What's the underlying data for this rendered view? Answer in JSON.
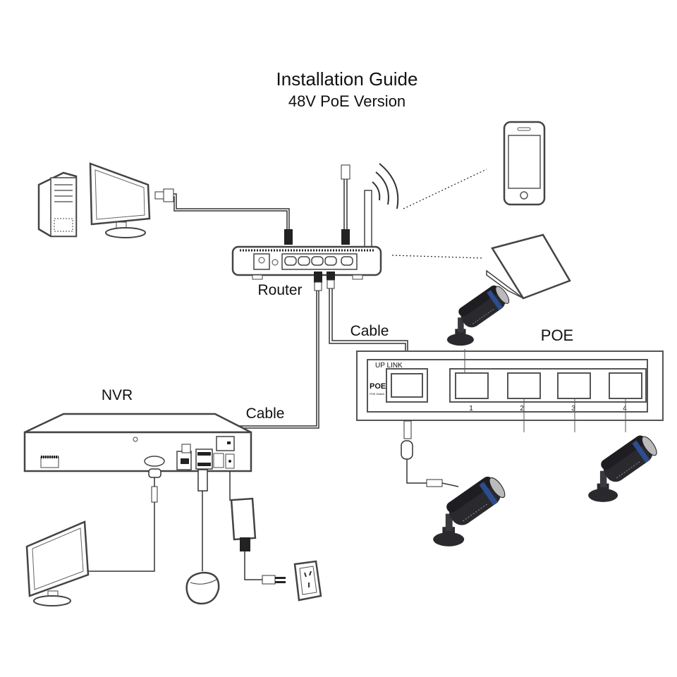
{
  "title": "Installation Guide",
  "subtitle": "48V PoE Version",
  "labels": {
    "router": "Router",
    "nvr": "NVR",
    "poe": "POE",
    "cable_router_poe": "Cable",
    "cable_router_nvr": "Cable"
  },
  "poe_switch": {
    "uplink_label": "UP LINK",
    "brand": "POE",
    "brand_sub": "POE Switch",
    "ports": [
      "1",
      "2",
      "3",
      "4"
    ]
  },
  "devices": [
    "pc-tower",
    "monitor",
    "router",
    "smartphone",
    "laptop",
    "poe-switch",
    "nvr",
    "ip-camera",
    "ip-camera",
    "ip-camera",
    "monitor",
    "mouse",
    "power-adapter",
    "power-outlet"
  ],
  "colors": {
    "camera_body": "#2a2a2e",
    "camera_ring": "#2e4d8f",
    "line": "#333333"
  }
}
